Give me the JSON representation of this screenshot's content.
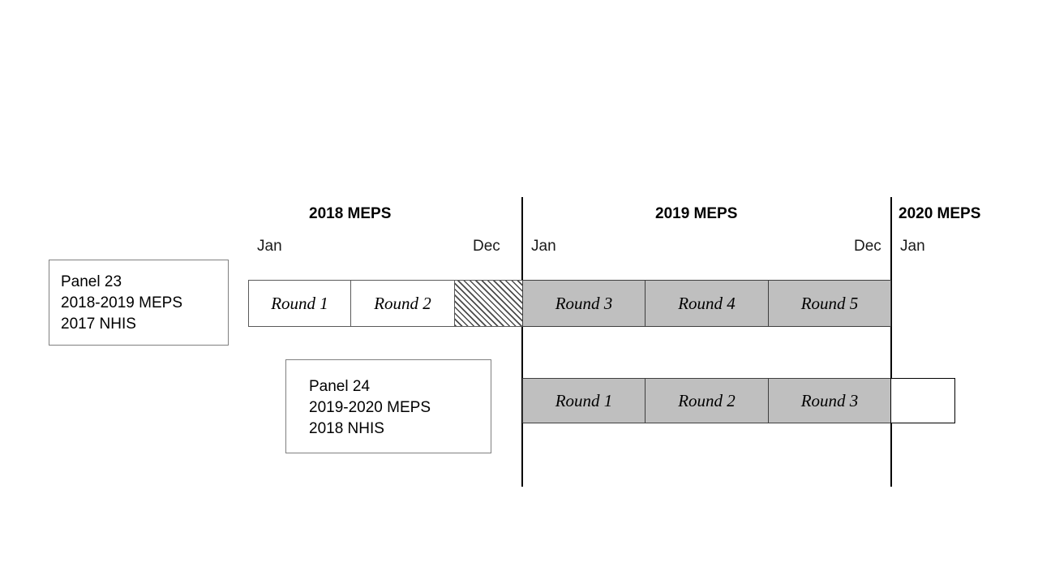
{
  "figure": {
    "kind": "meps-panel-timeline-diagram",
    "background_color": "#FFFFFF",
    "gray_fill_color": "#BFBFBF",
    "hatch_color": "#4A4A4A"
  },
  "timeline": {
    "year_headers": [
      {
        "label": "2018 MEPS",
        "start_month": "Jan",
        "end_month": "Dec"
      },
      {
        "label": "2019 MEPS",
        "start_month": "Jan",
        "end_month": "Dec"
      },
      {
        "label": "2020 MEPS",
        "start_month": "Jan",
        "end_month": ""
      }
    ],
    "dividers": [
      {
        "name": "divider-2018-2019"
      },
      {
        "name": "divider-2019-2020"
      }
    ]
  },
  "panels": [
    {
      "id": "panel-23",
      "box": {
        "title": "Panel 23",
        "meps_years": "2018-2019 MEPS",
        "nhis_year": "2017 NHIS"
      },
      "rounds": [
        {
          "label": "Round 1",
          "fill": "white"
        },
        {
          "label": "Round 2",
          "fill": "white"
        },
        {
          "label": "Round 3",
          "fill": "gray"
        },
        {
          "label": "Round 4",
          "fill": "gray"
        },
        {
          "label": "Round 5",
          "fill": "gray"
        }
      ],
      "gap_block": {
        "name": "hatched-gap",
        "fill": "hatched"
      }
    },
    {
      "id": "panel-24",
      "box": {
        "title": "Panel 24",
        "meps_years": "2019-2020 MEPS",
        "nhis_year": "2018 NHIS"
      },
      "rounds": [
        {
          "label": "Round 1",
          "fill": "gray"
        },
        {
          "label": "Round 2",
          "fill": "gray"
        },
        {
          "label": "Round 3",
          "fill": "gray"
        },
        {
          "label": "",
          "fill": "white"
        }
      ]
    }
  ]
}
